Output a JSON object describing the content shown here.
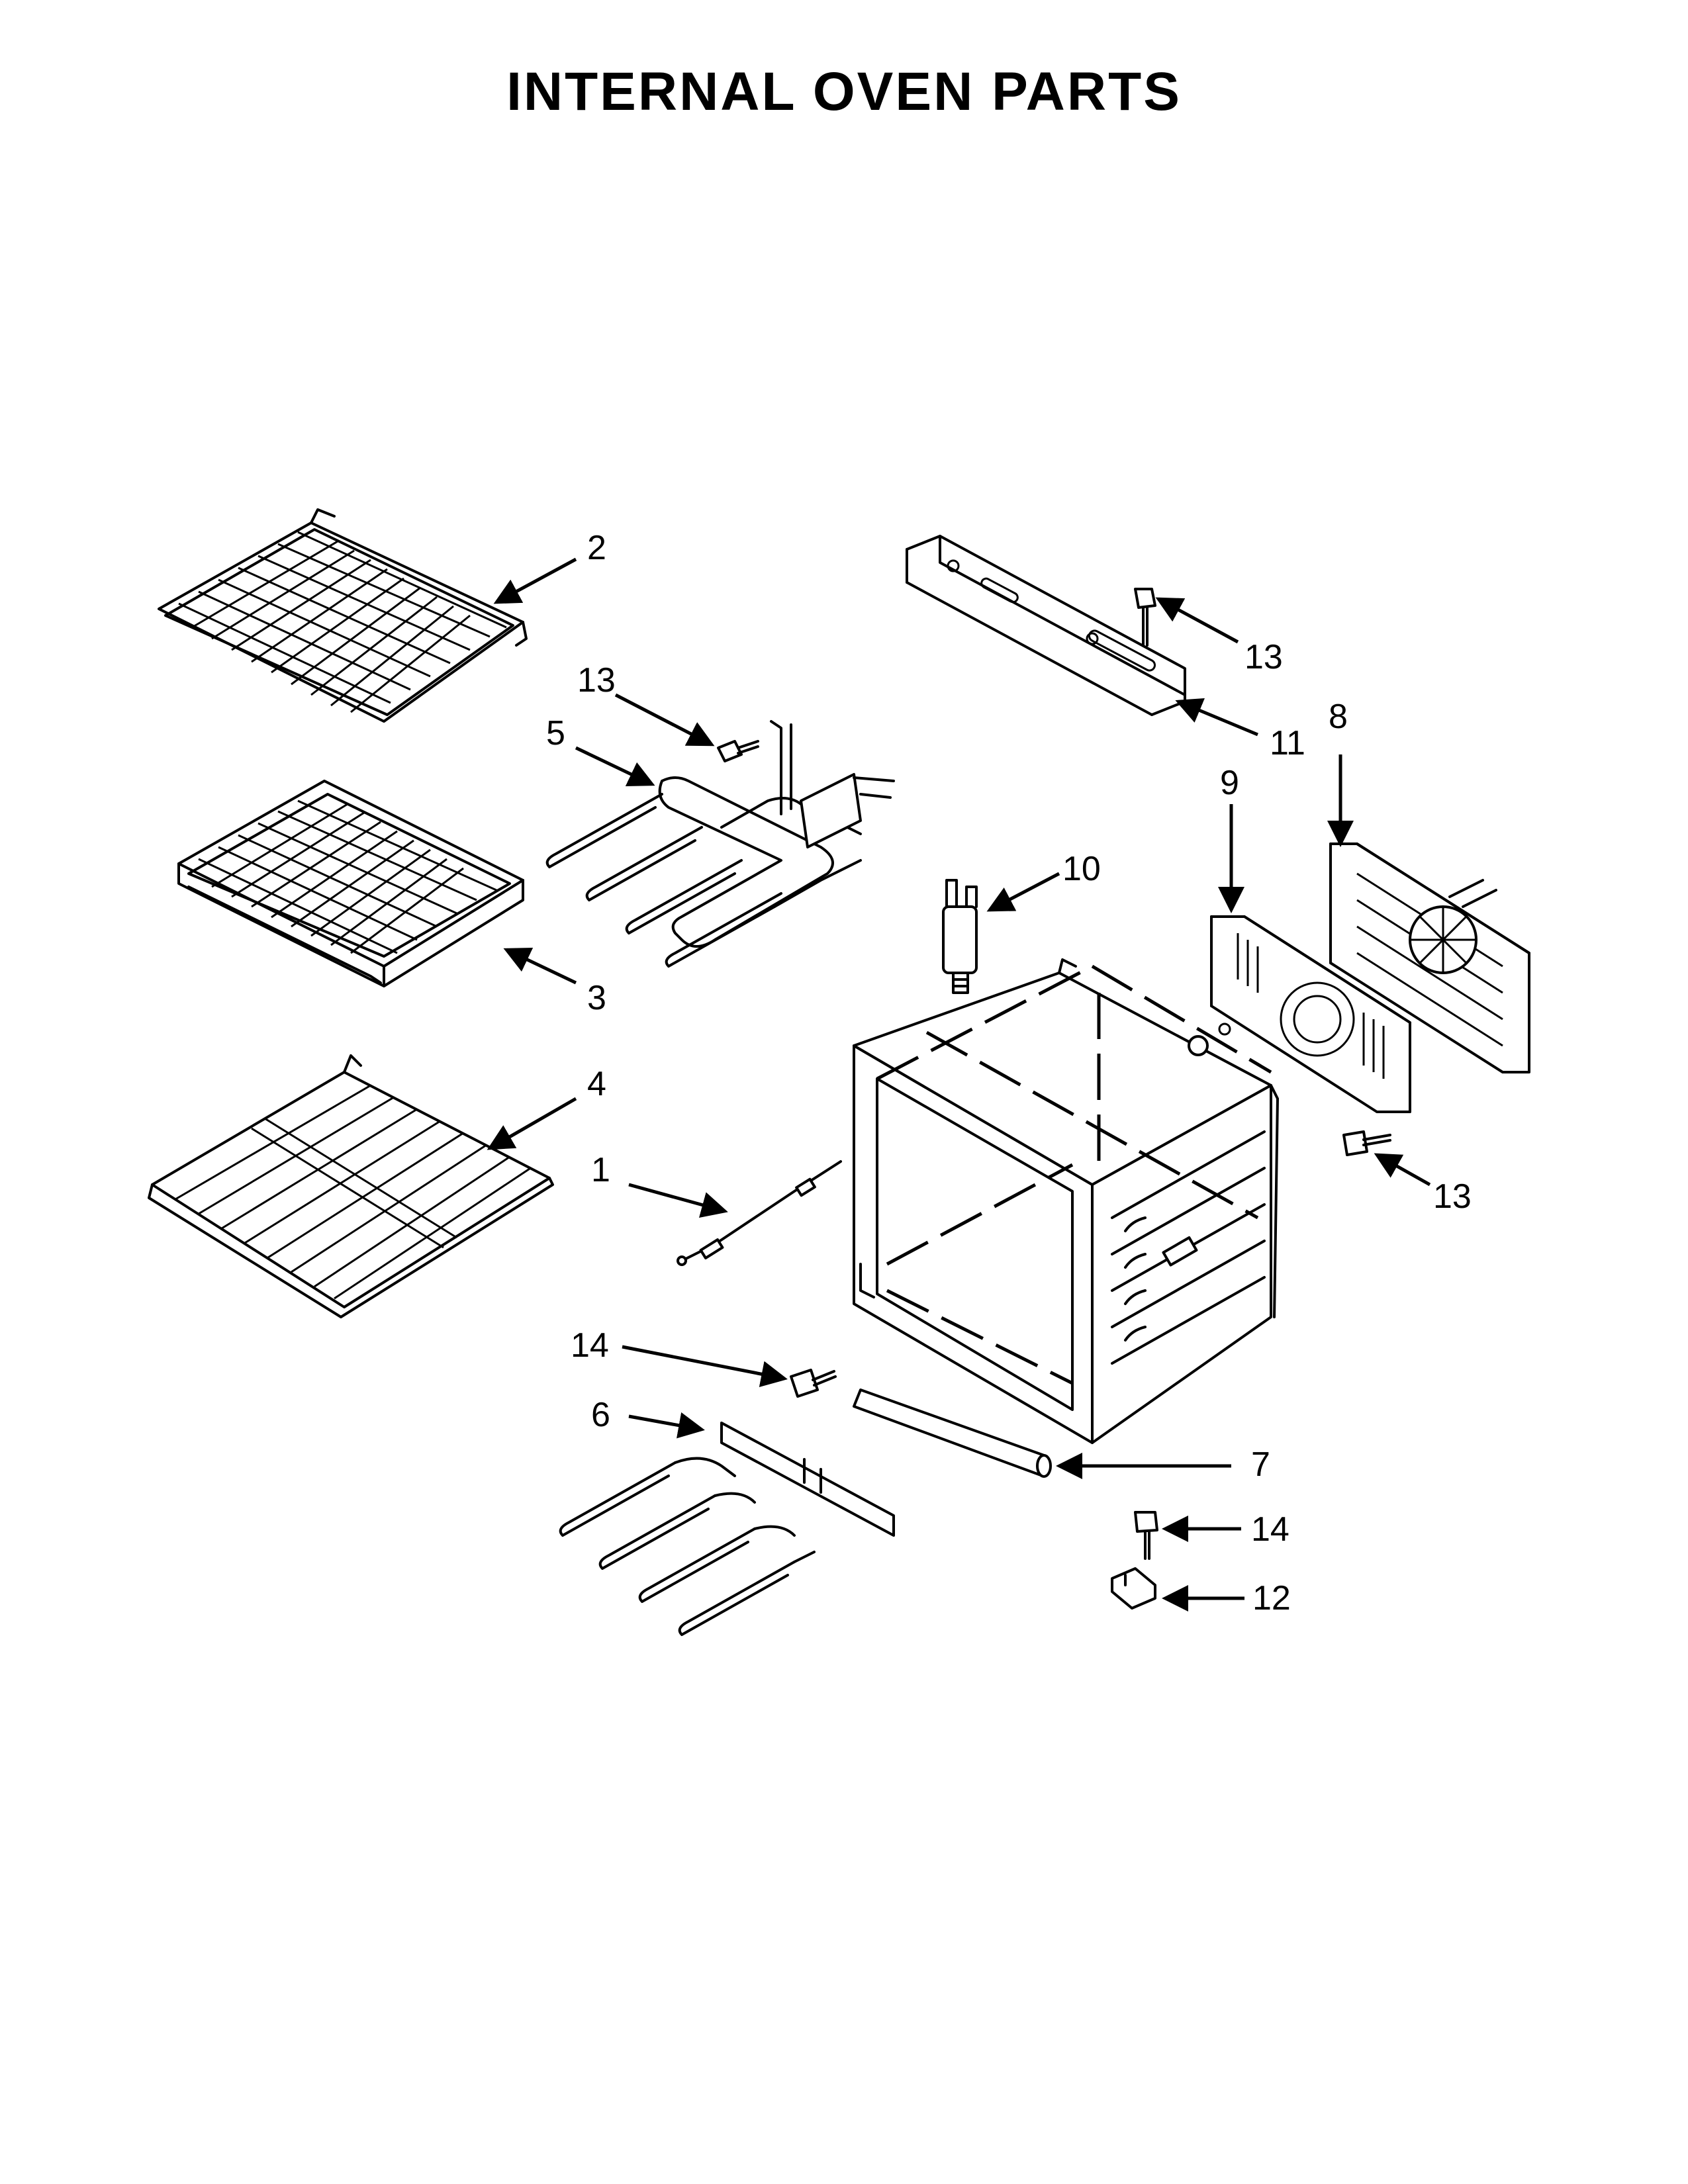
{
  "title": "INTERNAL OVEN PARTS",
  "callouts": {
    "c1": "1",
    "c2": "2",
    "c3": "3",
    "c4": "4",
    "c5": "5",
    "c6": "6",
    "c7": "7",
    "c8": "8",
    "c9": "9",
    "c10": "10",
    "c11": "11",
    "c12": "12",
    "c13a": "13",
    "c13b": "13",
    "c13c": "13",
    "c14a": "14",
    "c14b": "14"
  }
}
